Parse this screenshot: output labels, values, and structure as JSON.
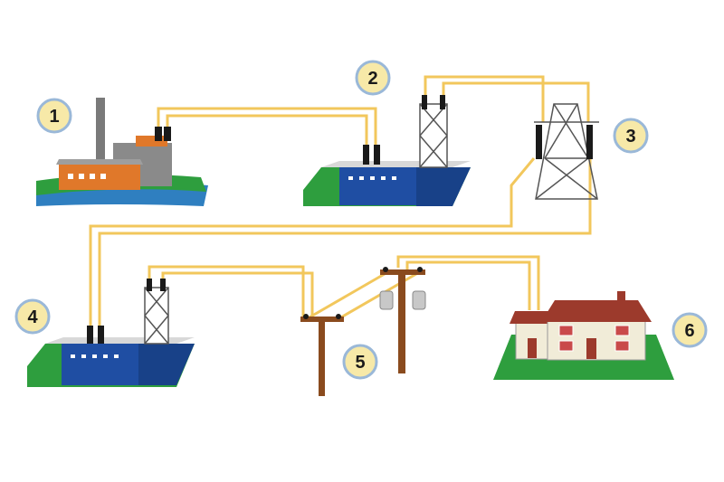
{
  "diagram": {
    "colors": {
      "wire": "#f2c75c",
      "badge_fill": "#f7e9a8",
      "badge_stroke": "#9ab8d8",
      "substation_blue": "#1f4ea3",
      "ground_green": "#2e9e3e",
      "factory_orange": "#e0782a",
      "pole_brown": "#8a4b1e",
      "roof_red": "#9c3a2c",
      "house_wall": "#f1ecd8"
    },
    "steps": [
      {
        "number": "1",
        "component": "power-station"
      },
      {
        "number": "2",
        "component": "step-up-substation"
      },
      {
        "number": "3",
        "component": "transmission-tower"
      },
      {
        "number": "4",
        "component": "step-down-substation"
      },
      {
        "number": "5",
        "component": "distribution-poles"
      },
      {
        "number": "6",
        "component": "house"
      }
    ]
  }
}
